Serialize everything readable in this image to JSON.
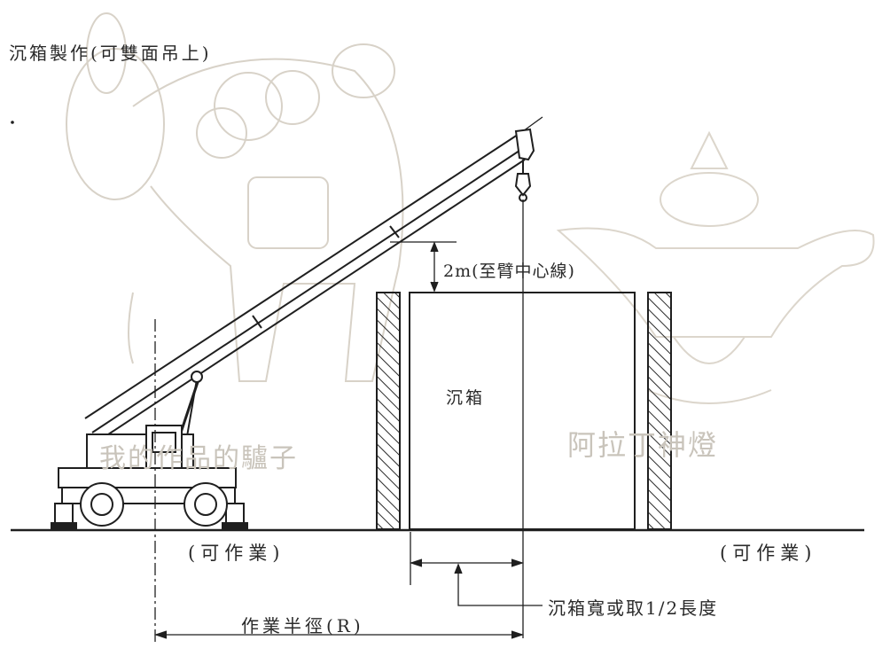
{
  "diagram": {
    "title": "沉箱製作(可雙面吊上)",
    "clearance_label": "2m(至臂中心線)",
    "caisson_label": "沉箱",
    "work_left_label": "(可作業)",
    "work_right_label": "(可作業)",
    "width_note_label": "沉箱寬或取1/2長度",
    "radius_label": "作業半徑(R)"
  },
  "watermarks": {
    "left_text": "我的作品的驢子",
    "right_text": "阿拉丁神燈"
  },
  "colors": {
    "line": "#1f1f1f",
    "watermark": "#c9c4bb",
    "background": "#ffffff"
  }
}
